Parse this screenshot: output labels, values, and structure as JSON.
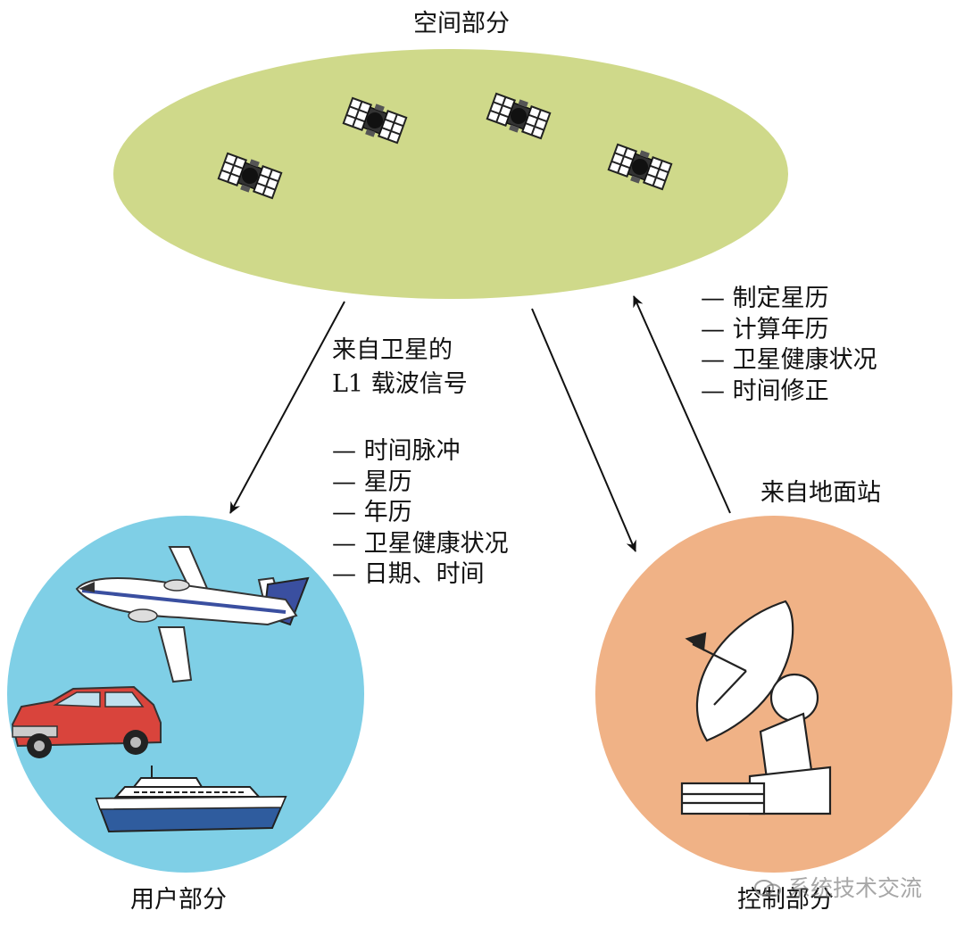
{
  "colors": {
    "space_ellipse": "#cfd98a",
    "user_circle": "#7fcfe6",
    "control_circle": "#f0b286",
    "arrow": "#111111"
  },
  "space_segment": {
    "title": "空间部分",
    "satellite_icon": "satellite-icon"
  },
  "signal_to_user": {
    "heading_line1": "来自卫星的",
    "heading_line2": "L1 载波信号",
    "items": [
      "— 时间脉冲",
      "— 星历",
      "— 年历",
      "— 卫星健康状况",
      "— 日期、时间"
    ]
  },
  "uplink": {
    "items": [
      "— 制定星历",
      "— 计算年历",
      "— 卫星健康状况",
      "— 时间修正"
    ],
    "source_label": "来自地面站"
  },
  "user_segment": {
    "title": "用户部分",
    "icons": [
      "airplane-icon",
      "car-icon",
      "ship-icon"
    ]
  },
  "control_segment": {
    "title": "控制部分",
    "icon": "radar-dish-icon"
  },
  "watermark": "系统技术交流"
}
